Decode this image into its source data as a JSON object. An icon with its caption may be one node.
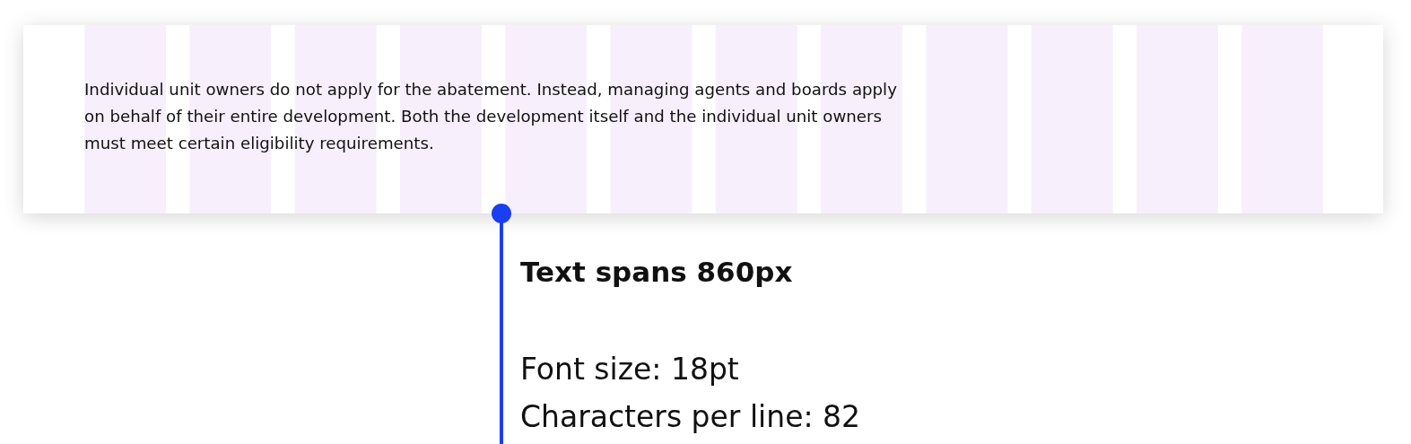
{
  "diagram": {
    "nodes": [
      {
        "text": [
          "Individual unit owners do not apply for the abatement. Instead, managing agents and boards apply on behalf of their entire development. Both the development itself and the individual unit owners must meet certain eligibility requirements."
        ]
      },
      {
        "text": [
          "Text spans 860px",
          "Font size: 18pt",
          "Characters per line: 82"
        ]
      }
    ],
    "edges": [
      {
        "from": 1,
        "to": 0,
        "arrow": "other"
      }
    ]
  }
}
